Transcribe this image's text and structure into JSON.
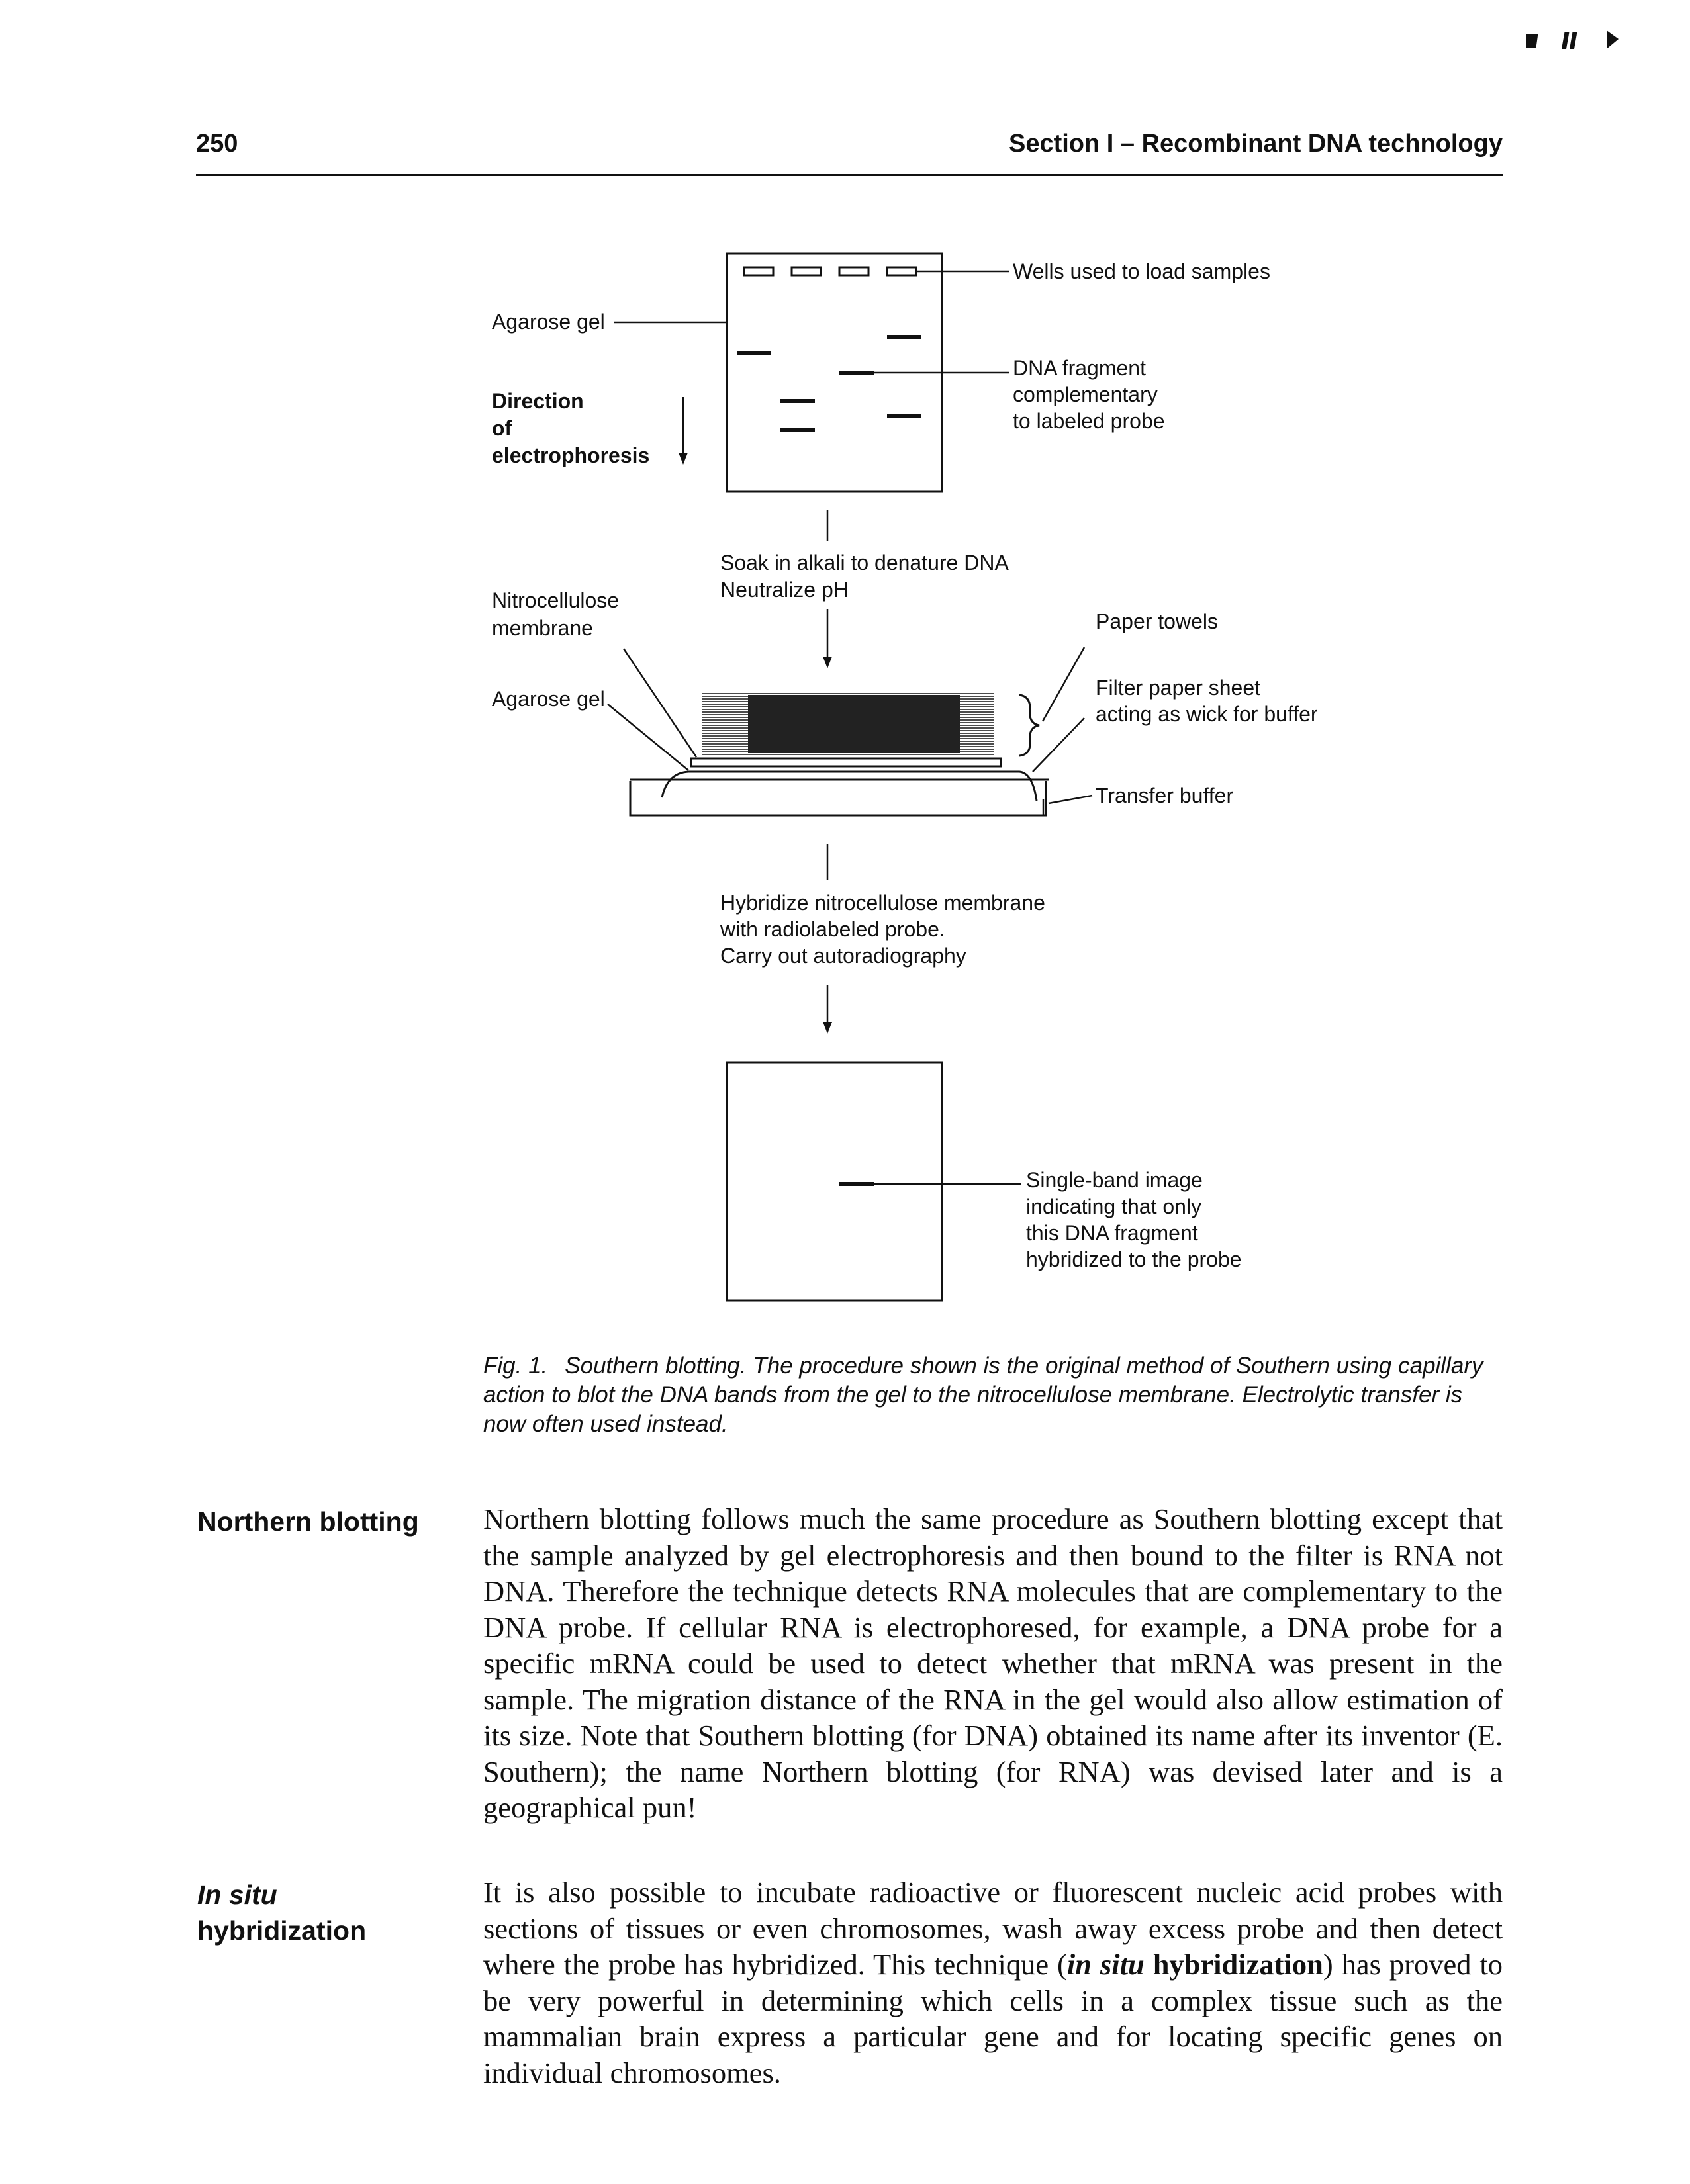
{
  "header": {
    "page_number": "250",
    "running_head": "Section I – Recombinant DNA technology"
  },
  "figure": {
    "gel_labels": {
      "wells": "Wells used to load samples",
      "agarose_gel": "Agarose gel",
      "direction_line1": "Direction",
      "direction_line2": "of",
      "direction_line3": "electrophoresis",
      "fragment_line1": "DNA fragment",
      "fragment_line2": "complementary",
      "fragment_line3": "to labeled probe"
    },
    "step1_line1": "Soak in alkali to denature DNA",
    "step1_line2": "Neutralize pH",
    "blot_labels": {
      "membrane_line1": "Nitrocellulose",
      "membrane_line2": "membrane",
      "agarose_gel": "Agarose gel",
      "paper_towels": "Paper towels",
      "filter_line1": "Filter paper sheet",
      "filter_line2": "acting as wick for buffer",
      "transfer_buffer": "Transfer buffer"
    },
    "step2_line1": "Hybridize nitrocellulose membrane",
    "step2_line2": "with radiolabeled probe.",
    "step2_line3": "Carry out autoradiography",
    "result_labels": {
      "line1": "Single-band image",
      "line2": "indicating that only",
      "line3": "this DNA fragment",
      "line4": "hybridized to the probe"
    }
  },
  "caption": {
    "label": "Fig. 1.",
    "text": "Southern blotting. The procedure shown is the original method of Southern using capillary action to blot the DNA bands from the gel to the nitrocellulose membrane. Electrolytic transfer is now often used instead."
  },
  "sections": {
    "northern": {
      "heading": "Northern blotting",
      "body": "Northern blotting follows much the same procedure as Southern blotting except that the sample analyzed by gel electrophoresis and then bound to the filter is RNA not DNA. Therefore the technique detects RNA molecules that are complementary to the DNA probe. If cellular RNA is electrophoresed, for example, a DNA probe for a specific mRNA could be used to detect whether that mRNA was present in the sample. The migration distance of the RNA in the gel would also allow estimation of its size. Note that Southern blotting (for DNA) obtained its name after its inventor (E. Southern); the name Northern blotting (for RNA) was devised later and is a geographical pun!"
    },
    "insitu": {
      "heading_line1": "In situ",
      "heading_line2": "hybridization",
      "body_before": "It is also possible to incubate radioactive or fluorescent nucleic acid probes with sections of tissues or even chromosomes, wash away excess probe and then detect where the probe has hybridized. This technique (",
      "term_italic": "in situ",
      "term_bold": "hybridization",
      "body_after": ") has proved to be very powerful in determining which cells in a complex tissue such as the mammalian brain express a particular gene and for locating specific genes on individual chromosomes."
    }
  },
  "icons": [
    "stop-icon",
    "pause-icon",
    "play-icon"
  ]
}
